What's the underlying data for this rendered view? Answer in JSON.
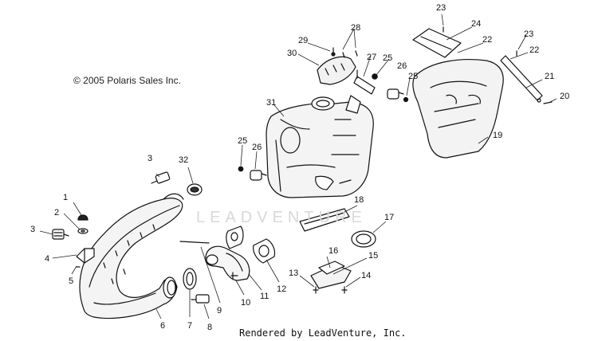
{
  "copyright": "© 2005 Polaris Sales Inc.",
  "watermark": "LEADVENTURE",
  "footer": "Rendered by LeadVenture, Inc.",
  "callouts": [
    "1",
    "2",
    "3",
    "3",
    "4",
    "5",
    "6",
    "7",
    "8",
    "9",
    "10",
    "11",
    "12",
    "13",
    "14",
    "15",
    "16",
    "17",
    "18",
    "19",
    "20",
    "21",
    "22",
    "22",
    "23",
    "23",
    "24",
    "25",
    "25",
    "25",
    "26",
    "26",
    "27",
    "28",
    "29",
    "30",
    "31",
    "32"
  ]
}
